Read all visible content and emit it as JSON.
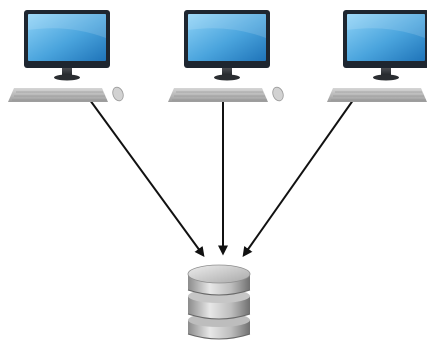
{
  "diagram": {
    "nodes": [
      {
        "id": "client-1",
        "kind": "computer-workstation",
        "icon": "desktop-computer-icon"
      },
      {
        "id": "client-2",
        "kind": "computer-workstation",
        "icon": "desktop-computer-icon"
      },
      {
        "id": "client-3",
        "kind": "computer-workstation",
        "icon": "desktop-computer-icon"
      },
      {
        "id": "server-db",
        "kind": "database",
        "icon": "database-icon"
      }
    ],
    "edges": [
      {
        "from": "client-1",
        "to": "server-db",
        "directed": true
      },
      {
        "from": "client-2",
        "to": "server-db",
        "directed": true
      },
      {
        "from": "client-3",
        "to": "server-db",
        "directed": true
      }
    ],
    "colors": {
      "monitor_frame": "#222a33",
      "screen_light": "#7cc7ef",
      "screen_dark": "#2f86c7",
      "arrow": "#111111",
      "database_light": "#d9d9d9",
      "database_dark": "#7b7b7b"
    }
  }
}
